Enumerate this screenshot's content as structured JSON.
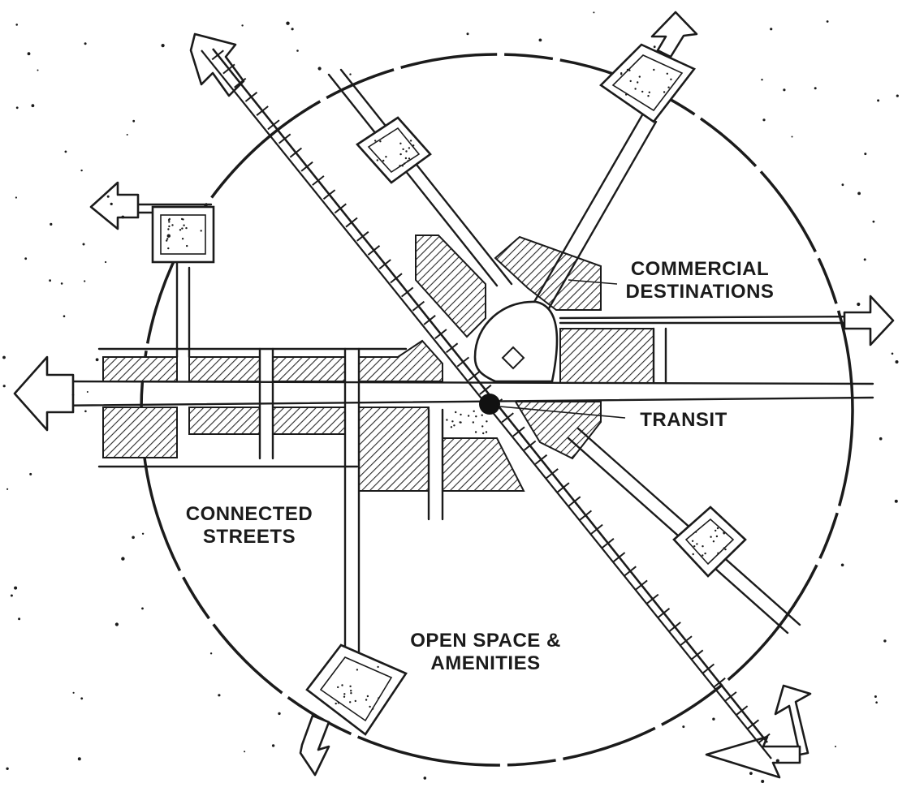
{
  "diagram": {
    "labels": {
      "commercial": [
        "COMMERCIAL",
        "DESTINATIONS"
      ],
      "transit": [
        "TRANSIT"
      ],
      "streets": [
        "CONNECTED",
        "STREETS"
      ],
      "open_space": [
        "OPEN SPACE &",
        "AMENITIES"
      ]
    },
    "colors": {
      "ink": "#1b1b1b",
      "paper": "#ffffff",
      "hatch": "#2a2a2a"
    }
  }
}
